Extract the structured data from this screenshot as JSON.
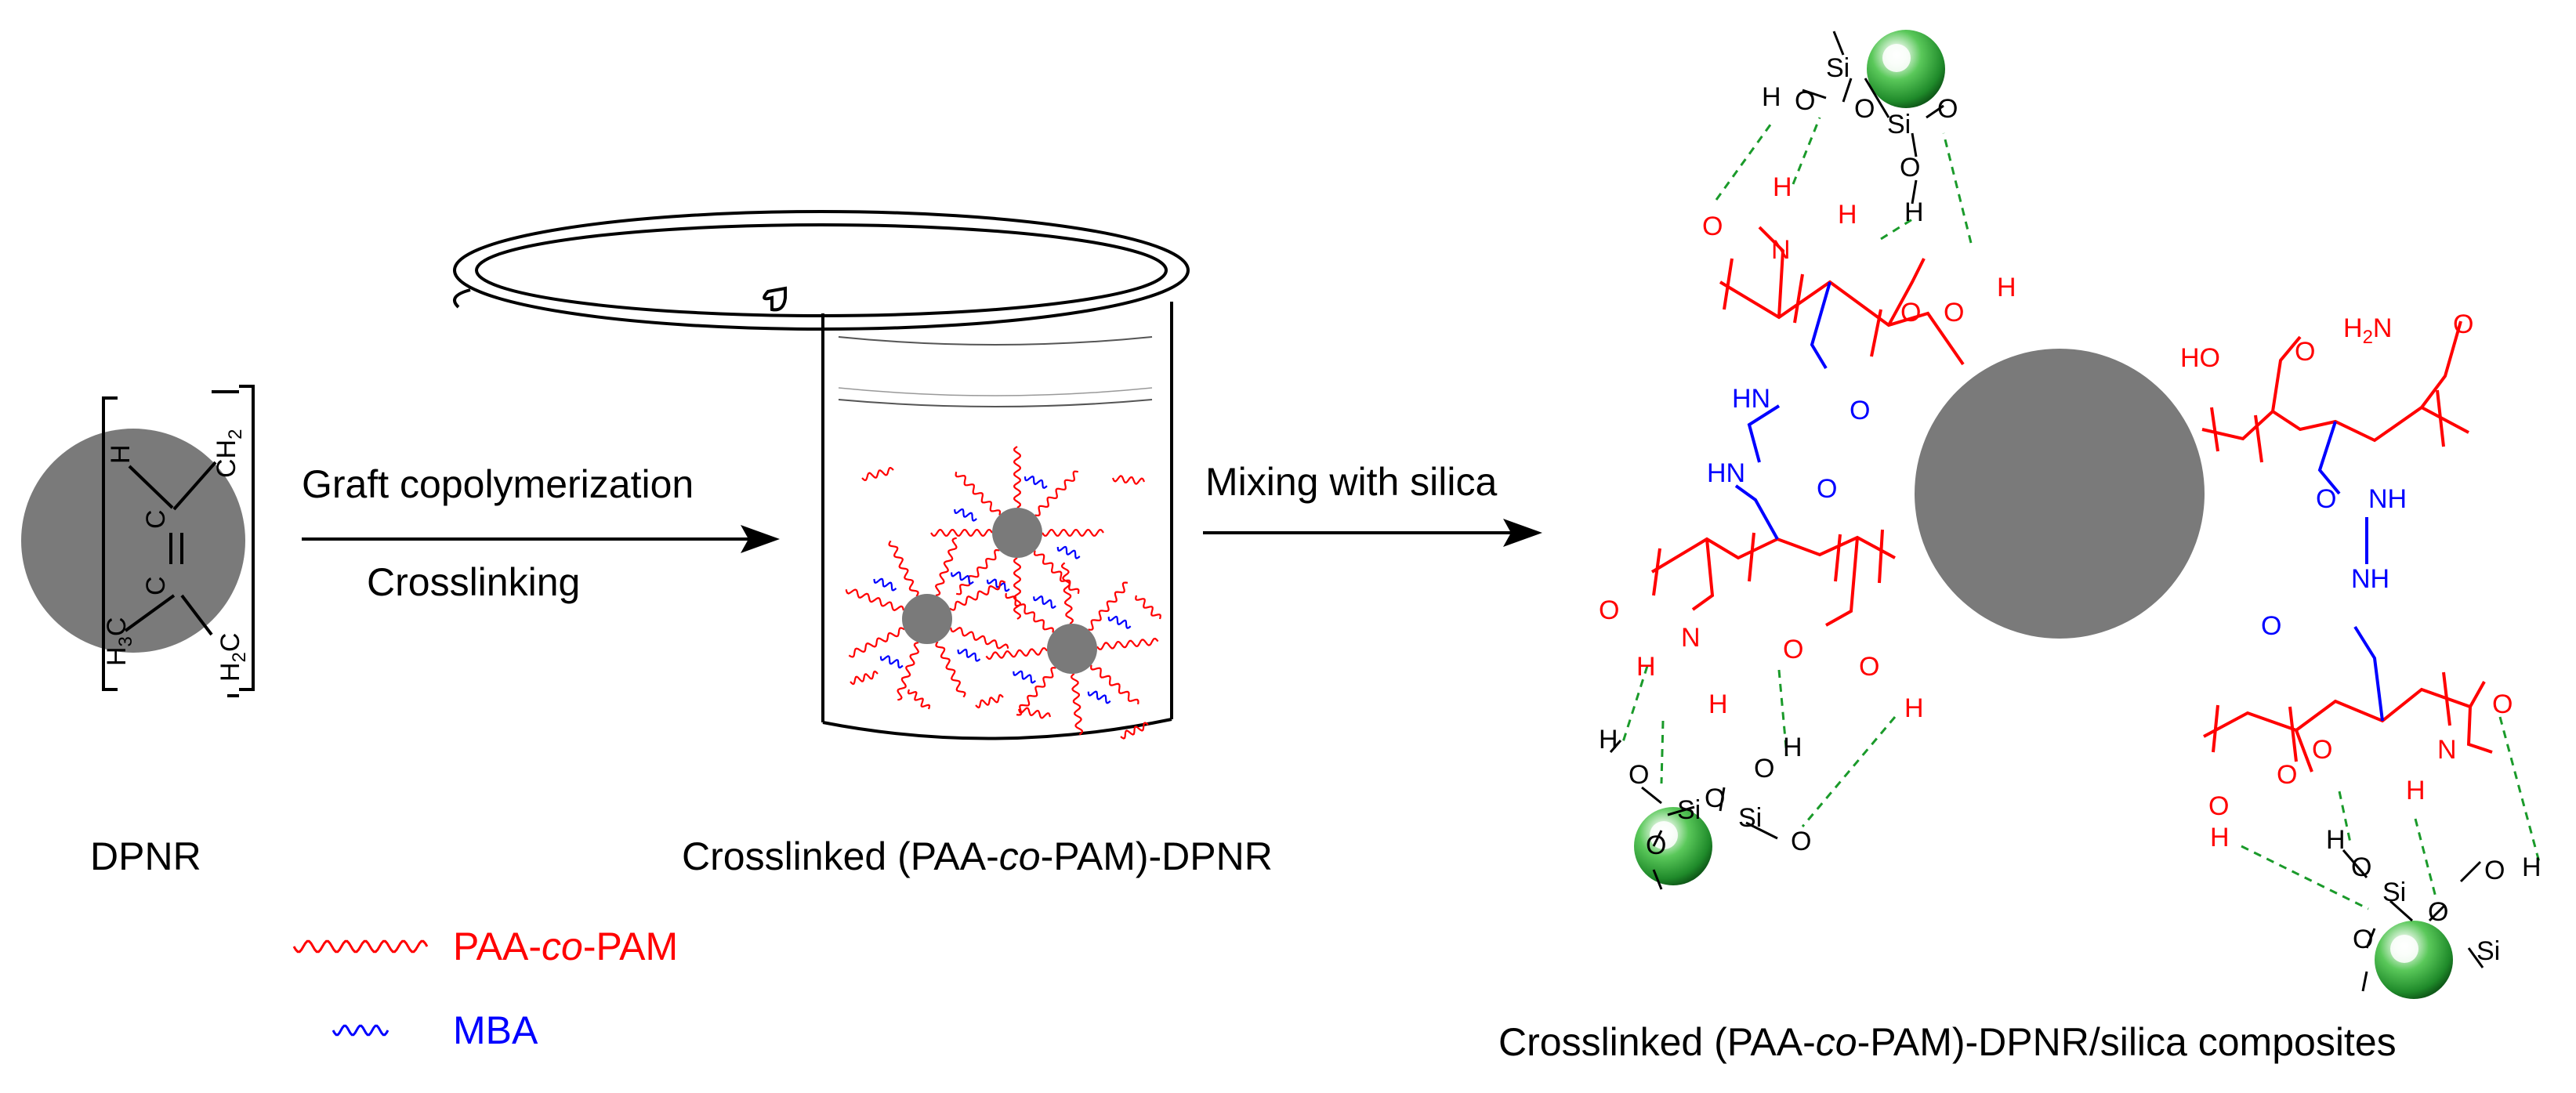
{
  "colors": {
    "paa": "#ff0000",
    "mba": "#0000ff",
    "black": "#000000",
    "particle": "#7a7a7a",
    "hbond": "#1a9a2a"
  },
  "dpnr": {
    "label": "DPNR"
  },
  "step1": {
    "line1": "Graft copolymerization",
    "line2": "Crosslinking"
  },
  "beaker": {
    "label": "Crosslinked (PAA-co-PAM)-DPNR",
    "pre": "Crosslinked (PAA-",
    "italic": "co",
    "post": "-PAM)-DPNR"
  },
  "step2": {
    "line1": "Mixing with silica"
  },
  "legend": {
    "paa": {
      "pre": "PAA-",
      "italic": "co",
      "post": "-PAM"
    },
    "mba": {
      "label": "MBA"
    }
  },
  "composite": {
    "pre": "Crosslinked (PAA-",
    "italic": "co",
    "post": "-PAM)-DPNR/silica composites"
  },
  "atoms": {
    "H": "H",
    "O": "O",
    "N": "N",
    "Si": "Si",
    "C": "C",
    "HN": "HN",
    "NH": "NH",
    "HO": "HO",
    "H2N": "H",
    "CH2": "CH",
    "H3C": "H",
    "H2C": "H",
    "two": "2",
    "three": "3"
  }
}
